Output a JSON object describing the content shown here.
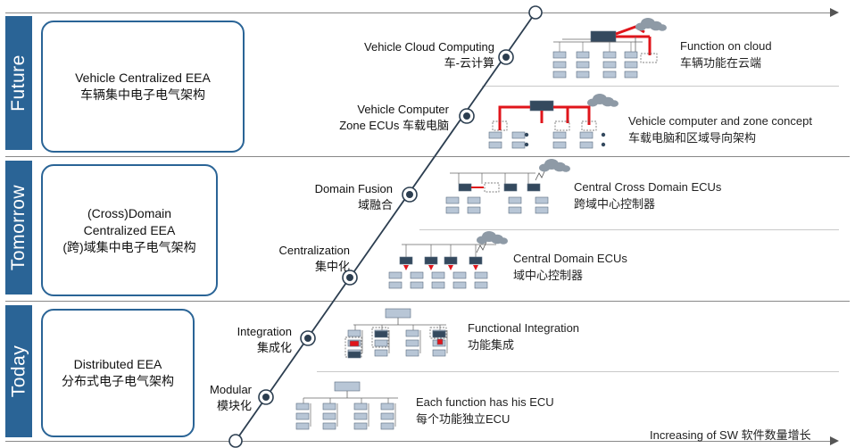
{
  "bands": {
    "future": "Future",
    "tomorrow": "Tomorrow",
    "today": "Today"
  },
  "architectures": {
    "future": [
      "Vehicle Centralized EEA",
      "车辆集中电子电气架构"
    ],
    "tomorrow": [
      "(Cross)Domain",
      "Centralized EEA",
      "(跨)域集中电子电气架构"
    ],
    "today": [
      "Distributed EEA",
      "分布式电子电气架构"
    ]
  },
  "stages": [
    {
      "id": "modular",
      "en": "Modular",
      "zh": "模块化"
    },
    {
      "id": "integration",
      "en": "Integration",
      "zh": "集成化"
    },
    {
      "id": "centralization",
      "en": "Centralization",
      "zh": "集中化"
    },
    {
      "id": "domain-fusion",
      "en": "Domain Fusion",
      "zh": "域融合"
    },
    {
      "id": "vehicle-computer",
      "en": "Vehicle Computer",
      "zh": "Zone ECUs 车载电脑"
    },
    {
      "id": "vehicle-cloud",
      "en": "Vehicle Cloud Computing",
      "zh": "车-云计算"
    }
  ],
  "descriptions": {
    "each_function": [
      "Each function has his ECU",
      "每个功能独立ECU"
    ],
    "functional_integration": [
      "Functional Integration",
      "功能集成"
    ],
    "central_domain": [
      "Central Domain ECUs",
      "域中心控制器"
    ],
    "cross_domain": [
      "Central Cross Domain ECUs",
      "跨域中心控制器"
    ],
    "zone_concept": [
      "Vehicle computer and zone concept",
      "车载电脑和区域导向架构"
    ],
    "function_cloud": [
      "Function on cloud",
      "车辆功能在云端"
    ]
  },
  "footer": "Increasing of SW 软件数量增长",
  "colors": {
    "band": "#2a6496",
    "ecu_dark": "#34495e",
    "ecu_light": "#b8c6d6",
    "highlight": "#e0151b",
    "cloud": "#8e9aa6"
  }
}
